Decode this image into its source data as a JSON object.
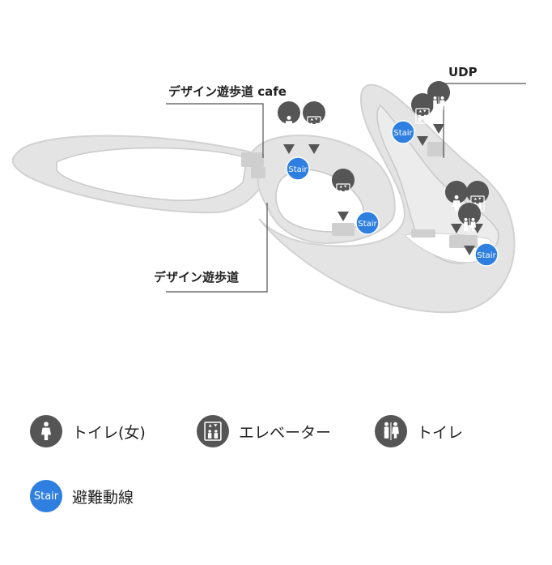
{
  "map": {
    "labels": {
      "cafe": "デザイン遊歩道 cafe",
      "udp": "UDP",
      "walkway": "デザイン遊歩道"
    },
    "stair_text": "Stair"
  },
  "legend": [
    {
      "icon": "female-toilet-icon",
      "label": "トイレ(女)"
    },
    {
      "icon": "elevator-icon",
      "label": "エレベーター"
    },
    {
      "icon": "toilet-icon",
      "label": "トイレ"
    },
    {
      "icon": "stair-icon",
      "label": "避難動線"
    }
  ],
  "colors": {
    "marker_dark": "#555555",
    "stair_blue": "#2f7fe0",
    "floor_light": "#e6e6e6",
    "floor_mid": "#d0d0d0",
    "inner_white": "#ffffff"
  }
}
